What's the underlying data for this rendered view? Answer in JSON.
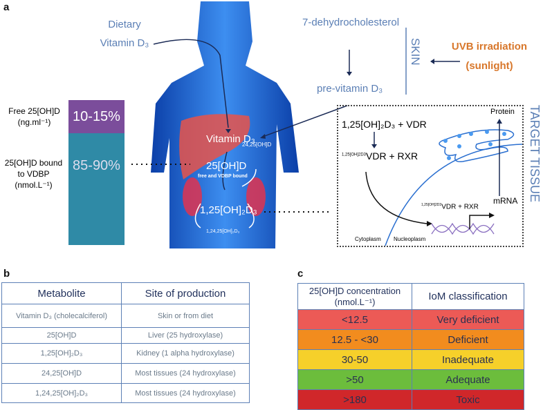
{
  "panel_a": {
    "label": "a",
    "dietary": [
      "Dietary",
      "Vitamin D₃"
    ],
    "dehydro": "7-dehydrocholesterol",
    "previtamin": "pre-vitamin D₃",
    "skin": "SKIN",
    "uvb": [
      "UVB irradiation",
      "(sunlight)"
    ],
    "vitd3": "Vitamin D₃",
    "m2425": "24,25[OH]D",
    "m25": "25[OH]D",
    "m25sub": "free and VDBP bound",
    "m125": "1,25[OH]₂D₃",
    "m12425": "1,24,25[OH]₂D₃",
    "free_label": [
      "Free 25[OH]D",
      "(ng.ml⁻¹)"
    ],
    "bound_label": [
      "25[OH]D bound",
      "to VDBP",
      "(nmol.L⁻¹)"
    ],
    "free_pct": "10-15%",
    "bound_pct": "85-90%",
    "target": {
      "title": "TARGET TISSUE",
      "step1": "1,25[OH]₂D₃ + VDR",
      "step2_sup": "1,25[OH]2D3",
      "step2": "VDR + RXR",
      "step3_sup": "1,25[OH]2D3",
      "step3": "VDR + RXR",
      "protein": "Protein",
      "mrna": "mRNA",
      "cytoplasm": "Cytoplasm",
      "nucleoplasm": "Nucleoplasm"
    },
    "colors": {
      "purple": "#7b4d9b",
      "teal": "#2f8aa6",
      "orange": "#d8772b"
    }
  },
  "panel_b": {
    "label": "b",
    "headers": [
      "Metabolite",
      "Site of production"
    ],
    "rows": [
      [
        "Vitamin D₃ (cholecalciferol)",
        "Skin or from diet"
      ],
      [
        "25[OH]D",
        "Liver (25 hydroxylase)"
      ],
      [
        "1,25[OH]₂D₃",
        "Kidney (1 alpha hydroxylase)"
      ],
      [
        "24,25[OH]D",
        "Most tissues (24 hydroxylase)"
      ],
      [
        "1,24,25[OH]₂D₃",
        "Most tissues (24 hydroxylase)"
      ]
    ]
  },
  "panel_c": {
    "label": "c",
    "headers": [
      "25[OH]D concentration",
      "(nmol.L⁻¹)",
      "IoM classification"
    ],
    "rows": [
      {
        "range": "<12.5",
        "class": "Very deficient",
        "color": "#ec5a56"
      },
      {
        "range": "12.5 - <30",
        "class": "Deficient",
        "color": "#f28c1e"
      },
      {
        "range": "30-50",
        "class": "Inadequate",
        "color": "#f6d02a"
      },
      {
        "range": ">50",
        "class": "Adequate",
        "color": "#6cbd3c"
      },
      {
        "range": ">180",
        "class": "Toxic",
        "color": "#d0272a"
      }
    ]
  }
}
